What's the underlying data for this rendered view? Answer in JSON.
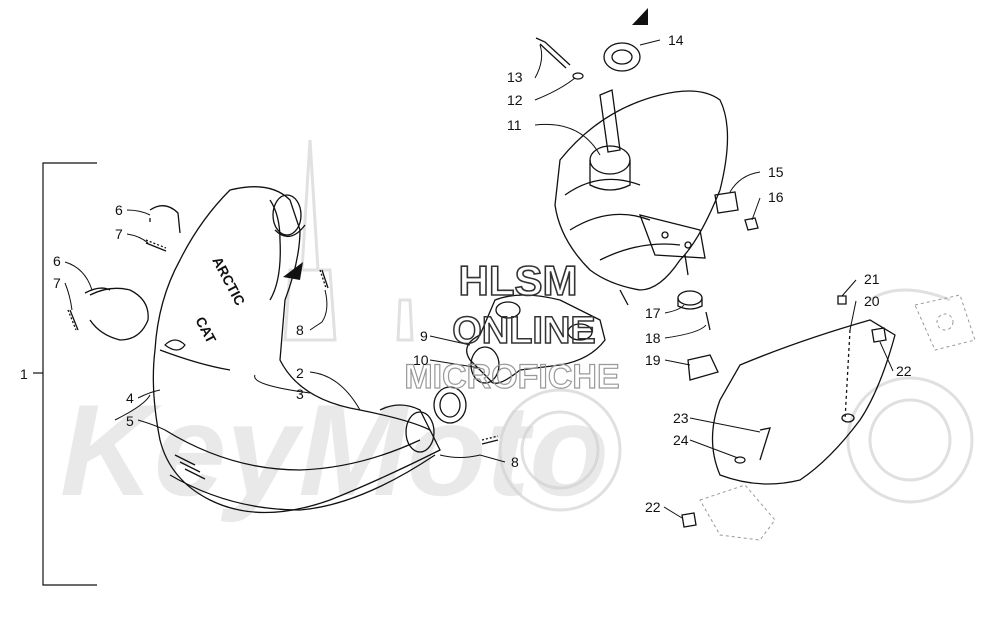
{
  "watermark": {
    "line1": "HLSM",
    "line2": "ONLINE",
    "line3": "MICROFICHE",
    "brand": "KeyMoto"
  },
  "parts": {
    "brand_text": "ARCTIC",
    "cat_text": "CAT"
  },
  "callouts": {
    "c1": "1",
    "c2": "2",
    "c3": "3",
    "c4": "4",
    "c5": "5",
    "c6a": "6",
    "c7a": "7",
    "c6b": "6",
    "c7b": "7",
    "c8a": "8",
    "c8b": "8",
    "c9": "9",
    "c10": "10",
    "c11": "11",
    "c12": "12",
    "c13": "13",
    "c14": "14",
    "c15": "15",
    "c16": "16",
    "c17": "17",
    "c18": "18",
    "c19": "19",
    "c20": "20",
    "c21": "21",
    "c22a": "22",
    "c22b": "22",
    "c23": "23",
    "c24": "24"
  }
}
